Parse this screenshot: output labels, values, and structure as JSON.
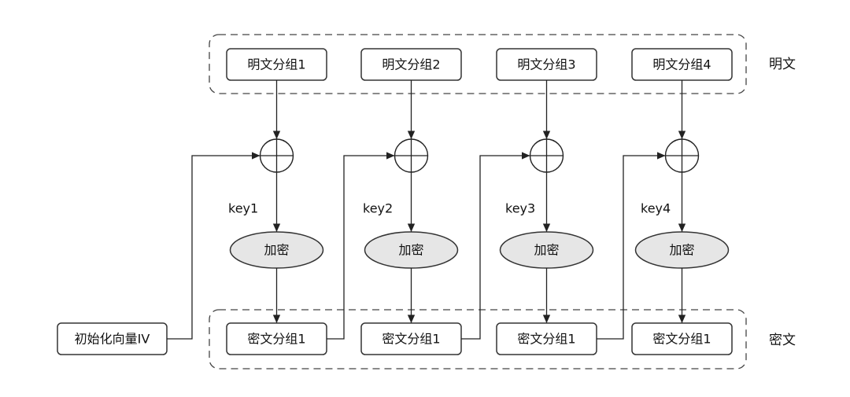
{
  "plaintext_group": {
    "label": "明文",
    "blocks": [
      "明文分组1",
      "明文分组2",
      "明文分组3",
      "明文分组4"
    ]
  },
  "ciphertext_group": {
    "label": "密文",
    "blocks": [
      "密文分组1",
      "密文分组1",
      "密文分组1",
      "密文分组1"
    ]
  },
  "keys": [
    "key1",
    "key2",
    "key3",
    "key4"
  ],
  "encrypt_label": "加密",
  "iv_label": "初始化向量IV",
  "colors": {
    "ellipse_fill": "#e6e6e6",
    "stroke": "#333333",
    "background": "#ffffff"
  }
}
